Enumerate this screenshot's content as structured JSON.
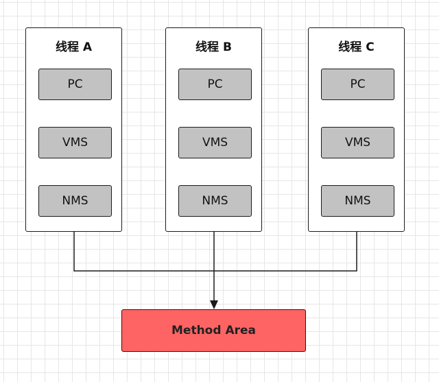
{
  "threads": [
    {
      "title": "线程 A",
      "registers": [
        "PC",
        "VMS",
        "NMS"
      ]
    },
    {
      "title": "线程 B",
      "registers": [
        "PC",
        "VMS",
        "NMS"
      ]
    },
    {
      "title": "线程 C",
      "registers": [
        "PC",
        "VMS",
        "NMS"
      ]
    }
  ],
  "method_area": {
    "label": "Method Area"
  },
  "colors": {
    "register_fill": "#c2c2c2",
    "method_area_fill": "#fe6464",
    "stroke": "#1a1a1a",
    "grid": "#e6e6e6"
  }
}
